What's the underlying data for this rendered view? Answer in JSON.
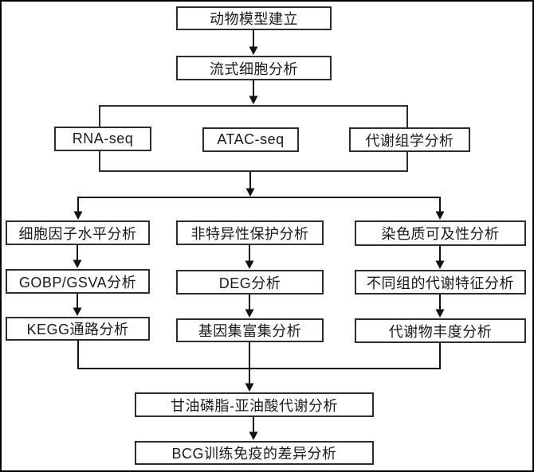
{
  "colors": {
    "background": "#ffffff",
    "frame_border": "#000000",
    "box_border": "#2d2d2d",
    "connector": "#111111",
    "text": "#1a1a1a"
  },
  "flowchart": {
    "nodes": {
      "animal_model": "动物模型建立",
      "flow_cytometry": "流式细胞分析",
      "rna_seq": "RNA-seq",
      "atac_seq": "ATAC-seq",
      "metabolomics": "代谢组学分析",
      "cytokine_level": "细胞因子水平分析",
      "nonspecific_protection": "非特异性保护分析",
      "chromatin_accessibility": "染色质可及性分析",
      "gobp_gsva": "GOBP/GSVA分析",
      "deg": "DEG分析",
      "metabolic_features": "不同组的代谢特征分析",
      "kegg_pathway": "KEGG通路分析",
      "gene_set_enrichment": "基因集富集分析",
      "metabolite_abundance": "代谢物丰度分析",
      "glycerophospholipid_linoleic": "甘油磷脂-亚油酸代谢分析",
      "bcg_difference": "BCG训练免疫的差异分析"
    },
    "omics_group_members": [
      "rna_seq",
      "atac_seq",
      "metabolomics"
    ],
    "edges": [
      {
        "from": "animal_model",
        "to": "flow_cytometry"
      },
      {
        "from": "flow_cytometry",
        "to": "omics_group"
      },
      {
        "from": "omics_group",
        "to": "cytokine_level"
      },
      {
        "from": "omics_group",
        "to": "nonspecific_protection"
      },
      {
        "from": "omics_group",
        "to": "chromatin_accessibility"
      },
      {
        "from": "cytokine_level",
        "to": "gobp_gsva"
      },
      {
        "from": "gobp_gsva",
        "to": "kegg_pathway"
      },
      {
        "from": "nonspecific_protection",
        "to": "deg"
      },
      {
        "from": "deg",
        "to": "gene_set_enrichment"
      },
      {
        "from": "chromatin_accessibility",
        "to": "metabolic_features"
      },
      {
        "from": "metabolic_features",
        "to": "metabolite_abundance"
      },
      {
        "from": "kegg_pathway",
        "to": "glycerophospholipid_linoleic"
      },
      {
        "from": "gene_set_enrichment",
        "to": "glycerophospholipid_linoleic"
      },
      {
        "from": "metabolite_abundance",
        "to": "glycerophospholipid_linoleic"
      },
      {
        "from": "glycerophospholipid_linoleic",
        "to": "bcg_difference"
      }
    ]
  }
}
